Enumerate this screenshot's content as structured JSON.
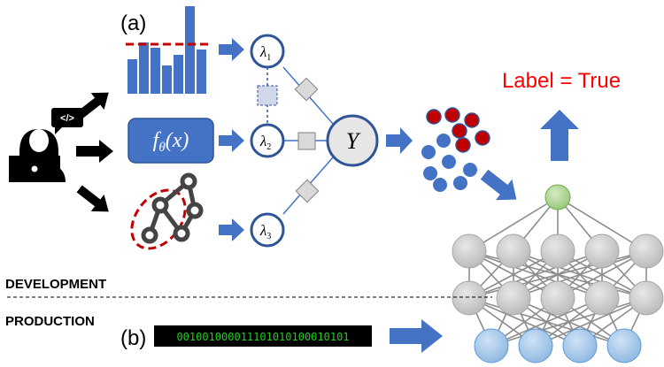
{
  "labels": {
    "panel_a": "(a)",
    "panel_b": "(b)",
    "development": "DEVELOPMENT",
    "production": "PRODUCTION",
    "label_output": "Label = True"
  },
  "math": {
    "model_f": "f",
    "model_theta": "θ",
    "model_x": "(x)",
    "lambda": "λ",
    "lambda_1_sub": "1",
    "lambda_2_sub": "2",
    "lambda_3_sub": "3",
    "Y": "Y"
  },
  "binary_string": "001001000011101010100010101",
  "icons": {
    "developer": "developer-at-laptop-icon",
    "code_bubble": "code-speech-bubble-icon",
    "histogram": "histogram-icon",
    "graph": "knowledge-graph-icon"
  },
  "colors": {
    "blue": "#4472c4",
    "dark_blue": "#2f5597",
    "red": "#c00000",
    "label_red": "#ff0000",
    "green_node": "#a9d18e",
    "gray_node": "#bfbfbf",
    "light_blue_node": "#9dc3e6",
    "binary_green": "#22cc22"
  },
  "dots": {
    "red_count": 6,
    "blue_count": 7
  },
  "network": {
    "output_nodes": 1,
    "hidden_layer_1_nodes": 5,
    "hidden_layer_2_nodes": 5,
    "input_nodes": 4
  }
}
